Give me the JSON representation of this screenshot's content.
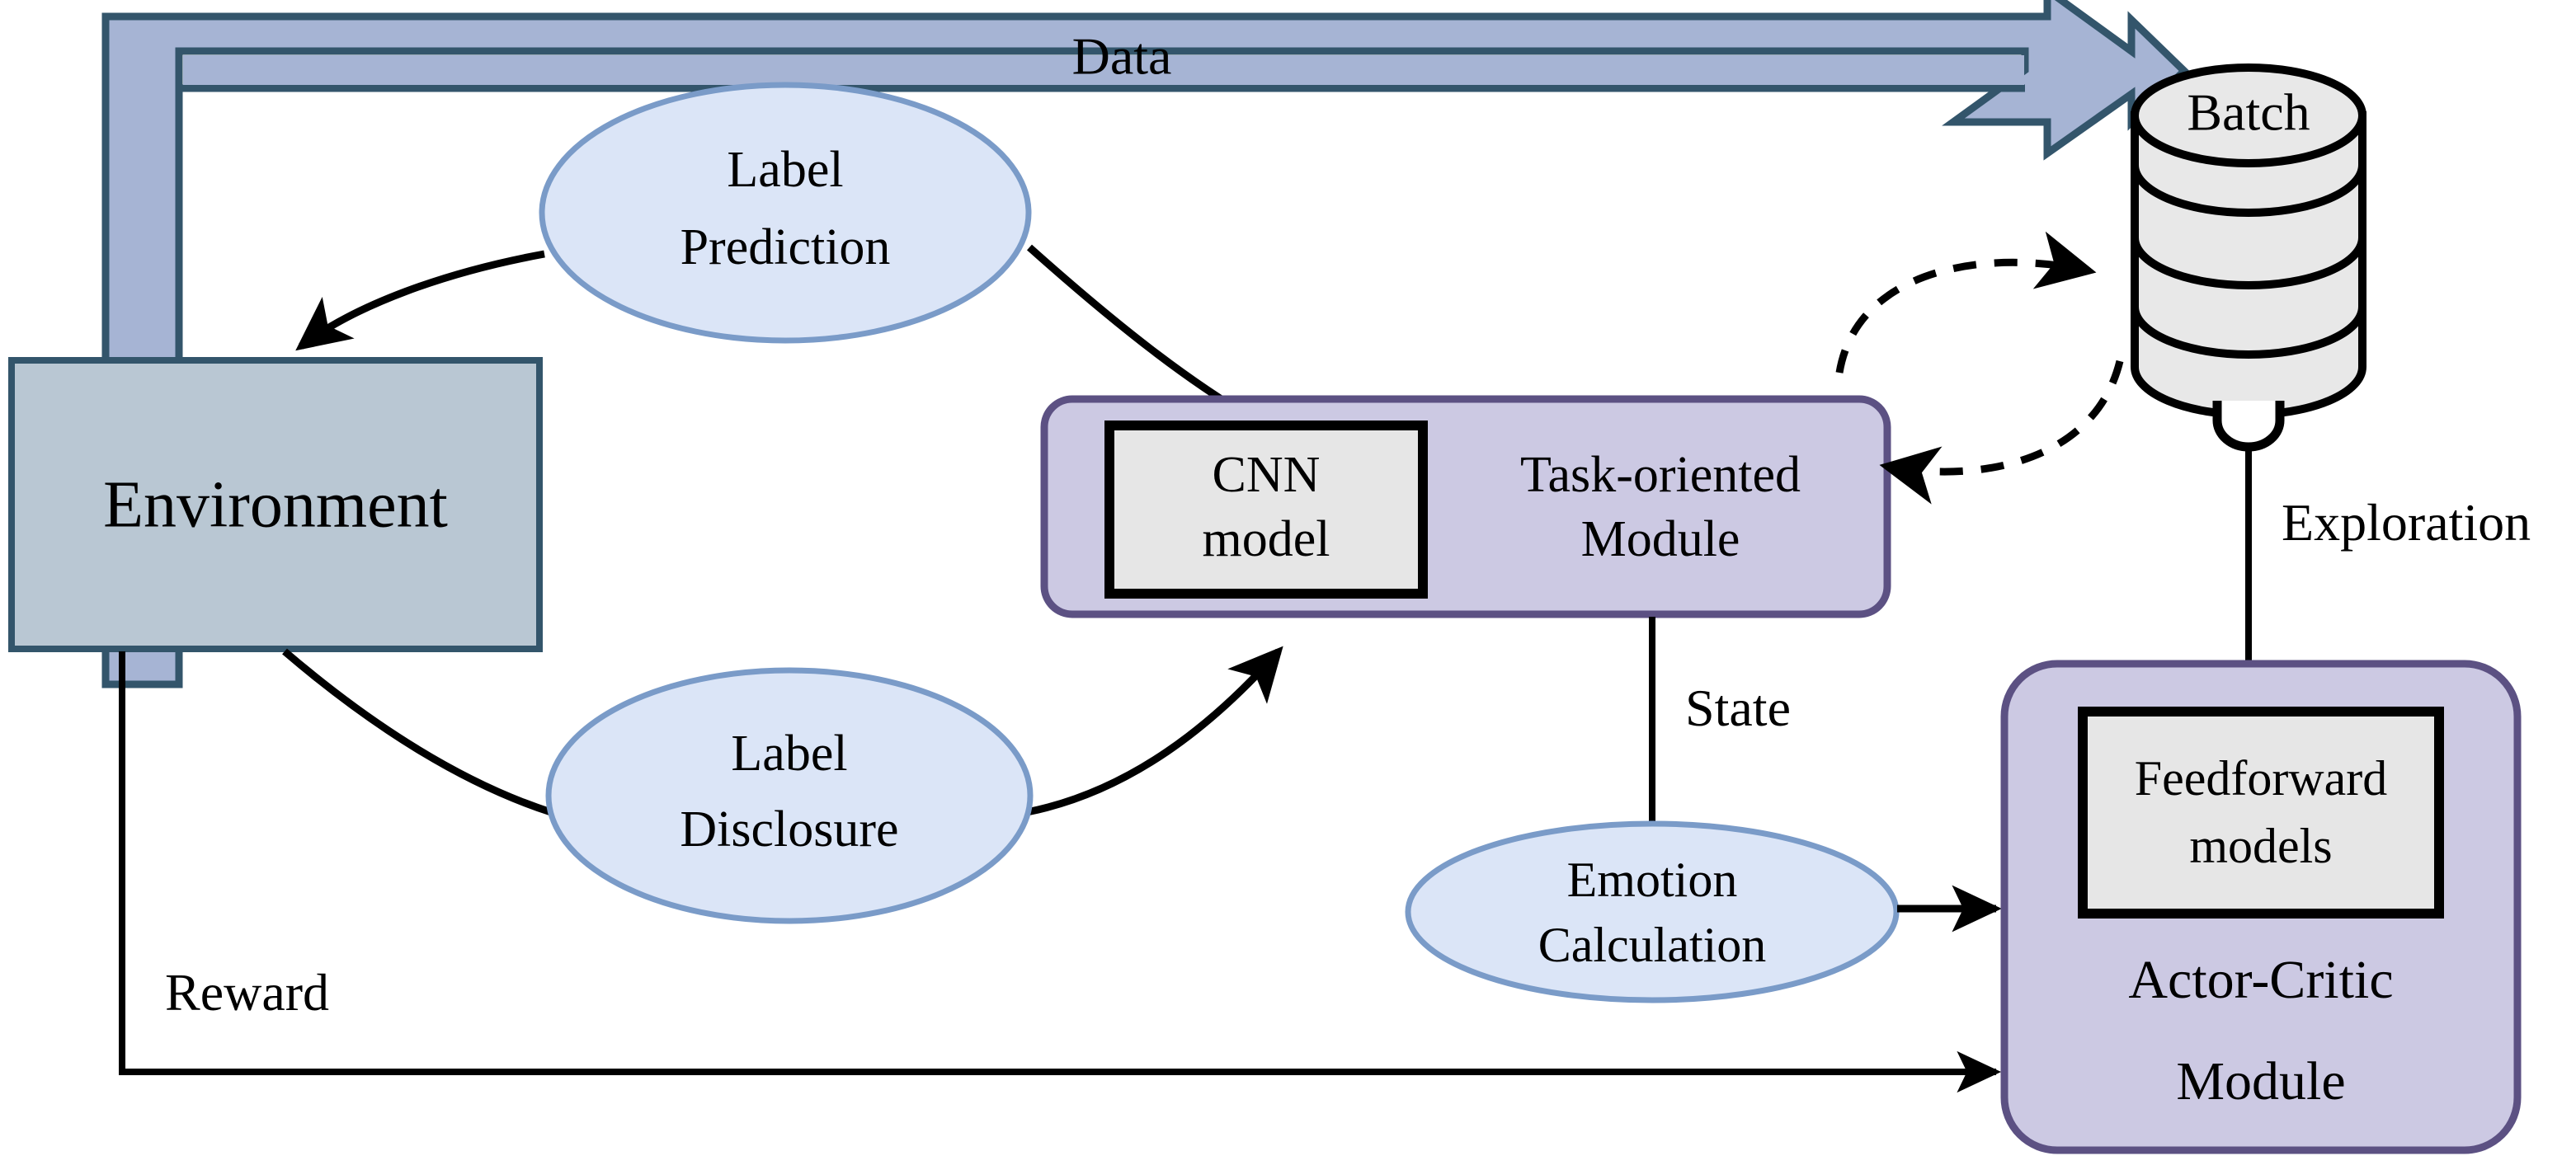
{
  "diagram": {
    "title": "Reinforcement-learning active-learning architecture",
    "background_color": "#ffffff",
    "palette": {
      "environment_fill": "#b9c7d3",
      "environment_stroke": "#33556b",
      "data_arrow_fill": "#a6b4d4",
      "data_arrow_stroke": "#33556b",
      "ellipse_fill": "#dbe5f7",
      "ellipse_stroke": "#7a9bc8",
      "module_fill": "#ccc9e3",
      "module_stroke": "#5c5183",
      "inner_box_fill": "#e6e6e6",
      "inner_box_stroke": "#000000",
      "cylinder_fill": "#e8e8e8",
      "cylinder_stroke": "#000000",
      "edge_color": "#000000"
    },
    "nodes": {
      "environment": {
        "label": "Environment",
        "shape": "rectangle"
      },
      "label_prediction": {
        "label_line1": "Label",
        "label_line2": "Prediction",
        "shape": "ellipse"
      },
      "label_disclosure": {
        "label_line1": "Label",
        "label_line2": "Disclosure",
        "shape": "ellipse"
      },
      "emotion_calculation": {
        "label_line1": "Emotion",
        "label_line2": "Calculation",
        "shape": "ellipse"
      },
      "task_oriented_module": {
        "label_line1": "Task-oriented",
        "label_line2": "Module",
        "shape": "rounded-rectangle",
        "inner_model": {
          "label_line1": "CNN",
          "label_line2": "model",
          "shape": "rectangle"
        }
      },
      "actor_critic_module": {
        "label_line1": "Actor-Critic",
        "label_line2": "Module",
        "shape": "rounded-rectangle",
        "inner_model": {
          "label_line1": "Feedforward",
          "label_line2": "models",
          "shape": "rectangle"
        }
      },
      "batch": {
        "label": "Batch",
        "shape": "cylinder-database"
      }
    },
    "edges": [
      {
        "id": "data",
        "label": "Data",
        "from": "environment",
        "to": "batch",
        "style": "block-arrow"
      },
      {
        "id": "env-to-label-prediction",
        "label": "",
        "from": "label_prediction",
        "to": "environment",
        "style": "curved-arrow"
      },
      {
        "id": "label-prediction-to-task",
        "label": "",
        "from": "label_prediction",
        "to": "task_oriented_module",
        "style": "curve"
      },
      {
        "id": "env-to-label-disclosure",
        "label": "",
        "from": "environment",
        "to": "label_disclosure",
        "style": "curve"
      },
      {
        "id": "label-disclosure-to-task",
        "label": "",
        "from": "label_disclosure",
        "to": "task_oriented_module",
        "style": "curved-arrow"
      },
      {
        "id": "state",
        "label": "State",
        "from": "task_oriented_module",
        "to": "emotion_calculation",
        "style": "line"
      },
      {
        "id": "emotion-to-actor-critic",
        "label": "",
        "from": "emotion_calculation",
        "to": "actor_critic_module",
        "style": "arrow"
      },
      {
        "id": "reward",
        "label": "Reward",
        "from": "environment",
        "to": "actor_critic_module",
        "style": "arrow"
      },
      {
        "id": "exploration",
        "label": "Exploration",
        "from": "batch",
        "to": "actor_critic_module",
        "style": "line"
      },
      {
        "id": "batch-task-sync-out",
        "label": "",
        "from": "task_oriented_module",
        "to": "batch",
        "style": "dashed-arrow"
      },
      {
        "id": "batch-task-sync-in",
        "label": "",
        "from": "batch",
        "to": "task_oriented_module",
        "style": "dashed-arrow"
      }
    ],
    "labels": {
      "data": "Data",
      "state": "State",
      "reward": "Reward",
      "exploration": "Exploration",
      "batch": "Batch",
      "environment": "Environment",
      "label_prediction_1": "Label",
      "label_prediction_2": "Prediction",
      "label_disclosure_1": "Label",
      "label_disclosure_2": "Disclosure",
      "emotion_1": "Emotion",
      "emotion_2": "Calculation",
      "cnn_1": "CNN",
      "cnn_2": "model",
      "task_1": "Task-oriented",
      "task_2": "Module",
      "feedforward_1": "Feedforward",
      "feedforward_2": "models",
      "actor_1": "Actor-Critic",
      "actor_2": "Module"
    }
  }
}
